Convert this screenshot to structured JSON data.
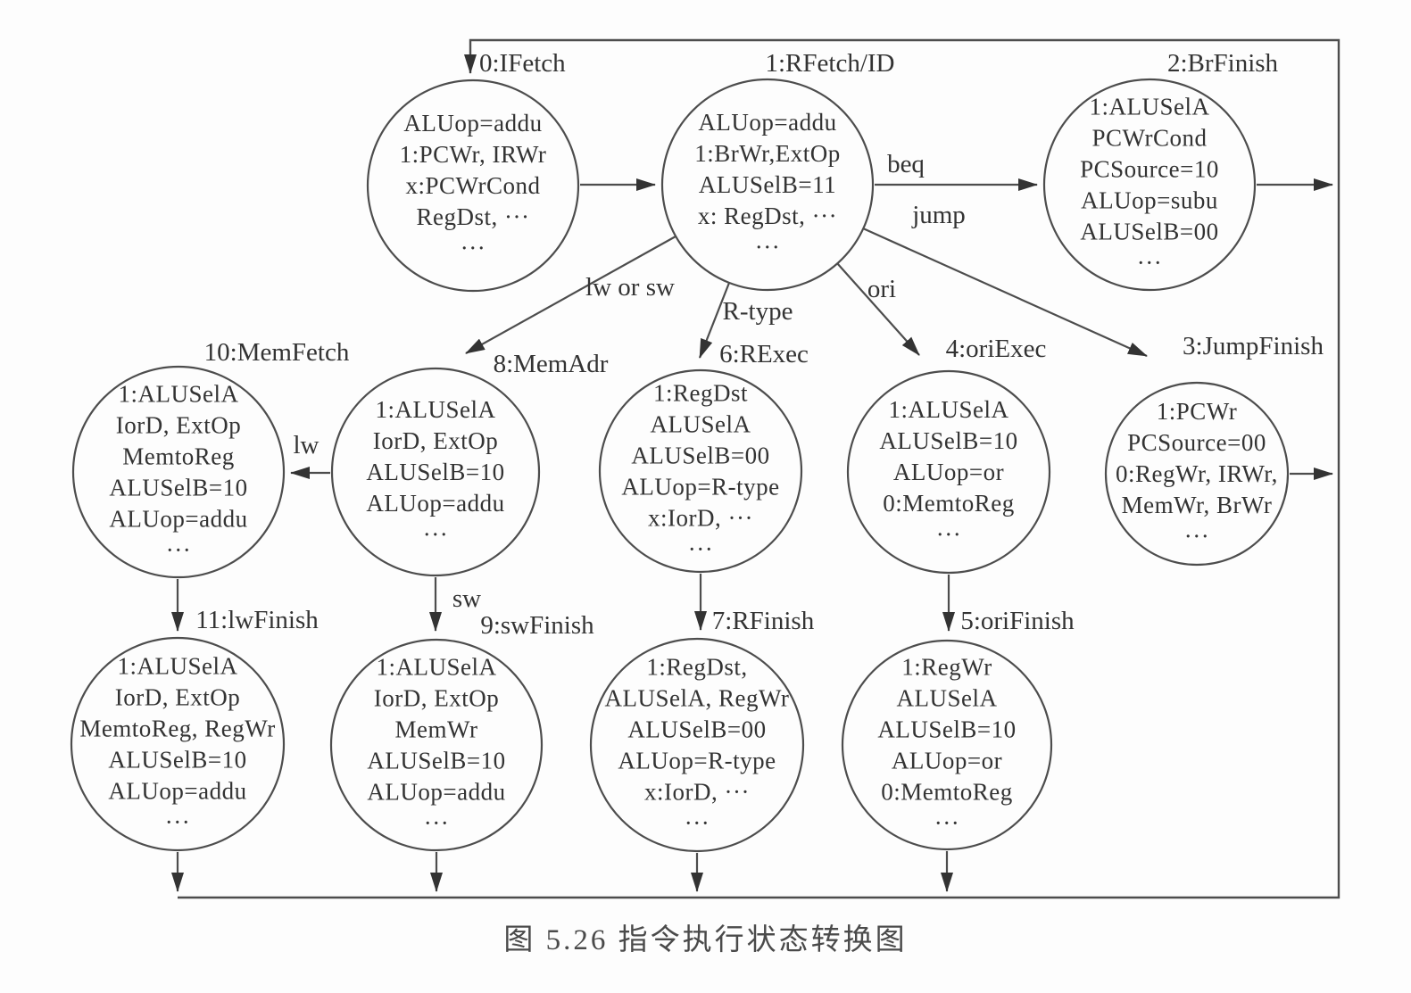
{
  "figure": {
    "caption": "图 5.26  指令执行状态转换图"
  },
  "colors": {
    "ink": "#333333",
    "line": "#4d4d4d",
    "background": "#fdfdfd"
  },
  "diagram": {
    "states": [
      {
        "id": "0",
        "name": "0:IFetch",
        "lines": [
          "ALUop=addu",
          "1:PCWr, IRWr",
          "x:PCWrCond",
          "RegDst, ···",
          "···"
        ]
      },
      {
        "id": "1",
        "name": "1:RFetch/ID",
        "lines": [
          "ALUop=addu",
          "1:BrWr,ExtOp",
          "ALUSelB=11",
          "x: RegDst, ···",
          "···"
        ]
      },
      {
        "id": "2",
        "name": "2:BrFinish",
        "lines": [
          "1:ALUSelA",
          "PCWrCond",
          "PCSource=10",
          "ALUop=subu",
          "ALUSelB=00",
          "···"
        ]
      },
      {
        "id": "10",
        "name": "10:MemFetch",
        "lines": [
          "1:ALUSelA",
          "IorD, ExtOp",
          "MemtoReg",
          "ALUSelB=10",
          "ALUop=addu",
          "···"
        ]
      },
      {
        "id": "8",
        "name": "8:MemAdr",
        "lines": [
          "1:ALUSelA",
          "IorD, ExtOp",
          "ALUSelB=10",
          "ALUop=addu",
          "···"
        ]
      },
      {
        "id": "6",
        "name": "6:RExec",
        "lines": [
          "1:RegDst",
          "ALUSelA",
          "ALUSelB=00",
          "ALUop=R-type",
          "x:IorD, ···",
          "···"
        ]
      },
      {
        "id": "4",
        "name": "4:oriExec",
        "lines": [
          "1:ALUSelA",
          "ALUSelB=10",
          "ALUop=or",
          "0:MemtoReg",
          "···"
        ]
      },
      {
        "id": "3",
        "name": "3:JumpFinish",
        "lines": [
          "1:PCWr",
          "PCSource=00",
          "0:RegWr, IRWr,",
          "MemWr, BrWr",
          "···"
        ]
      },
      {
        "id": "11",
        "name": "11:lwFinish",
        "lines": [
          "1:ALUSelA",
          "IorD, ExtOp",
          "MemtoReg, RegWr",
          "ALUSelB=10",
          "ALUop=addu",
          "···"
        ]
      },
      {
        "id": "9",
        "name": "9:swFinish",
        "lines": [
          "1:ALUSelA",
          "IorD, ExtOp",
          "MemWr",
          "ALUSelB=10",
          "ALUop=addu",
          "···"
        ]
      },
      {
        "id": "7",
        "name": "7:RFinish",
        "lines": [
          "1:RegDst,",
          "ALUSelA, RegWr",
          "ALUSelB=00",
          "ALUop=R-type",
          "x:IorD, ···",
          "···"
        ]
      },
      {
        "id": "5",
        "name": "5:oriFinish",
        "lines": [
          "1:RegWr",
          "ALUSelA",
          "ALUSelB=10",
          "ALUop=or",
          "0:MemtoReg",
          "···"
        ]
      }
    ],
    "transitions": [
      {
        "from": "loop",
        "to": "0",
        "label": ""
      },
      {
        "from": "0",
        "to": "1",
        "label": ""
      },
      {
        "from": "1",
        "to": "2",
        "label": "beq"
      },
      {
        "from": "1",
        "to": "3",
        "label": "jump"
      },
      {
        "from": "1",
        "to": "8",
        "label": "lw or sw"
      },
      {
        "from": "1",
        "to": "6",
        "label": "R-type"
      },
      {
        "from": "1",
        "to": "4",
        "label": "ori"
      },
      {
        "from": "8",
        "to": "10",
        "label": "lw"
      },
      {
        "from": "8",
        "to": "9",
        "label": "sw"
      },
      {
        "from": "10",
        "to": "11",
        "label": ""
      },
      {
        "from": "6",
        "to": "7",
        "label": ""
      },
      {
        "from": "4",
        "to": "5",
        "label": ""
      },
      {
        "from": "2",
        "to": "loop",
        "label": ""
      },
      {
        "from": "3",
        "to": "loop",
        "label": ""
      },
      {
        "from": "11",
        "to": "loop",
        "label": ""
      },
      {
        "from": "9",
        "to": "loop",
        "label": ""
      },
      {
        "from": "7",
        "to": "loop",
        "label": ""
      },
      {
        "from": "5",
        "to": "loop",
        "label": ""
      }
    ]
  }
}
